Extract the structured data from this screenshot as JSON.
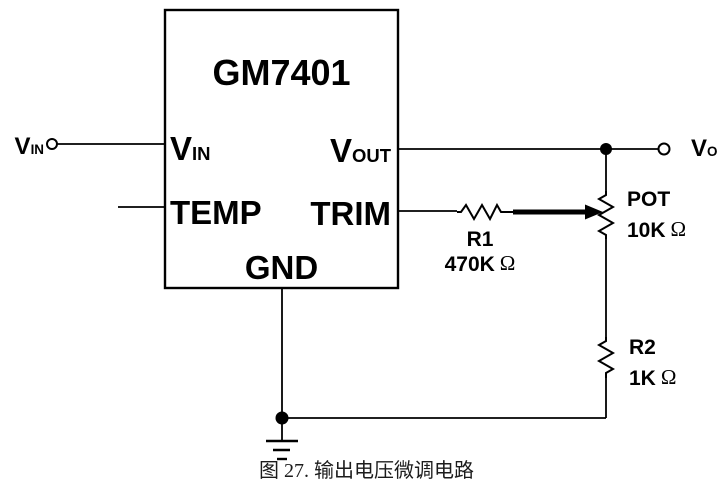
{
  "ic": {
    "title": "GM7401",
    "pins": {
      "vin": {
        "base": "V",
        "sub": "IN"
      },
      "vout": {
        "base": "V",
        "sub": "OUT"
      },
      "temp": "TEMP",
      "trim": "TRIM",
      "gnd": "GND"
    }
  },
  "terminals": {
    "input": {
      "base": "V",
      "sub": "IN"
    },
    "output": {
      "base": "V",
      "sub": "O"
    }
  },
  "components": {
    "r1": {
      "name": "R1",
      "value": "470K",
      "unit": "Ω"
    },
    "pot": {
      "name": "POT",
      "value": "10K",
      "unit": "Ω"
    },
    "r2": {
      "name": "R2",
      "value": "1K",
      "unit": "Ω"
    }
  },
  "caption": "图 27. 输出电压微调电路",
  "colors": {
    "line": "#000000",
    "background": "#ffffff"
  }
}
